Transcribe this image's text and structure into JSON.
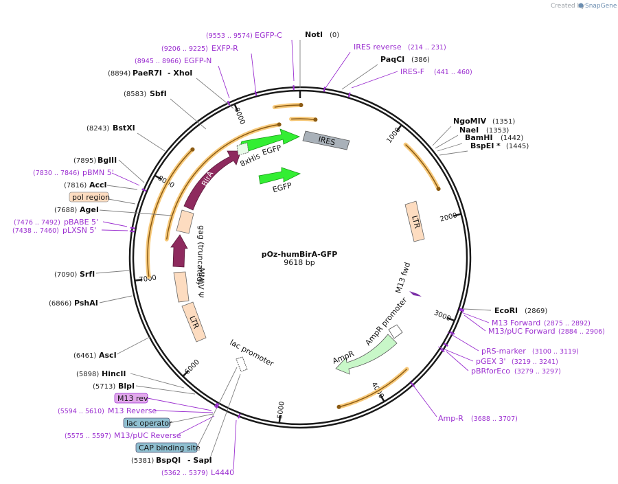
{
  "branding": {
    "created_by": "Created by",
    "app": "SnapGene"
  },
  "plasmid": {
    "name": "pOz-humBirA-GFP",
    "length": "9618 bp"
  },
  "colors": {
    "backbone": "#1a1a1a",
    "primer": "#9b2fd0",
    "egfp": "#33ee33",
    "bira": "#8e2a5e",
    "ltr": "#fddcc0",
    "ires": "#a9b1b9",
    "ampr": "#c8f7c8",
    "orf_halo": "#f7c97a",
    "orf_line": "#8a5a14",
    "cap": "#8fbfd0",
    "m13rev": "#e2a8ec",
    "pol": "#fddcc0"
  },
  "ticks": [
    {
      "label": "1000"
    },
    {
      "label": "2000"
    },
    {
      "label": "3000"
    },
    {
      "label": "4000"
    },
    {
      "label": "5000"
    },
    {
      "label": "6000"
    },
    {
      "label": "7000"
    },
    {
      "label": "8000"
    },
    {
      "label": "9000"
    }
  ],
  "sites": {
    "noti": {
      "name": "NotI",
      "pos": "(0)"
    },
    "paqci": {
      "name": "PaqCI",
      "pos": "(386)"
    },
    "ngomiv": {
      "name": "NgoMIV",
      "pos": "(1351)"
    },
    "naei": {
      "name": "NaeI",
      "pos": "(1353)"
    },
    "bamhi": {
      "name": "BamHI",
      "pos": "(1442)"
    },
    "bspei": {
      "name": "BspEI",
      "star": "*",
      "pos": "(1445)"
    },
    "ecori": {
      "name": "EcoRI",
      "pos": "(2869)"
    },
    "paer7i": {
      "pos": "(8894)",
      "name": "PaeR7I",
      "name2": "- XhoI"
    },
    "sbfi": {
      "pos": "(8583)",
      "name": "SbfI"
    },
    "bstxi": {
      "pos": "(8243)",
      "name": "BstXI"
    },
    "bglii": {
      "pos": "(7895)",
      "name": "BglII"
    },
    "acci": {
      "pos": "(7816)",
      "name": "AccI"
    },
    "agei": {
      "pos": "(7688)",
      "name": "AgeI"
    },
    "srfi": {
      "pos": "(7090)",
      "name": "SrfI"
    },
    "pshai": {
      "pos": "(6866)",
      "name": "PshAI"
    },
    "asci": {
      "pos": "(6461)",
      "name": "AscI"
    },
    "hincii": {
      "pos": "(5898)",
      "name": "HincII"
    },
    "blpi": {
      "pos": "(5713)",
      "name": "BlpI"
    },
    "bspqi": {
      "pos": "(5381)",
      "name": "BspQI",
      "name2": "- SapI"
    }
  },
  "primers": {
    "egfpc": {
      "pos": "(9553 .. 9574)",
      "name": "EGFP-C"
    },
    "exfpr": {
      "pos": "(9206 .. 9225)",
      "name": "EXFP-R"
    },
    "egfpn": {
      "pos": "(8945 .. 8966)",
      "name": "EGFP-N"
    },
    "iresrev": {
      "name": "IRES reverse",
      "pos": "(214 .. 231)"
    },
    "iresf": {
      "name": "IRES-F",
      "pos": "(441 .. 460)"
    },
    "m13fwd": {
      "name": "M13 Forward",
      "pos": "(2875 .. 2892)"
    },
    "m13pucf": {
      "name": "M13/pUC Forward",
      "pos": "(2884 .. 2906)"
    },
    "prs": {
      "name": "pRS-marker",
      "pos": "(3100 .. 3119)"
    },
    "pgex": {
      "name": "pGEX 3'",
      "pos": "(3219 .. 3241)"
    },
    "pbrfor": {
      "name": "pBRforEco",
      "pos": "(3279 .. 3297)"
    },
    "ampr": {
      "name": "Amp-R",
      "pos": "(3688 .. 3707)"
    },
    "pbmn": {
      "pos": "(7830 .. 7846)",
      "name": "pBMN 5'"
    },
    "pbabe": {
      "pos": "(7476 .. 7492)",
      "name": "pBABE 5'"
    },
    "plxsn": {
      "pos": "(7438 .. 7460)",
      "name": "pLXSN 5'"
    },
    "m13rev": {
      "pos": "(5594 .. 5610)",
      "name": "M13 Reverse"
    },
    "m13pucr": {
      "pos": "(5575 .. 5597)",
      "name": "M13/pUC Reverse"
    },
    "l4440": {
      "pos": "(5362 .. 5379)",
      "name": "L4440"
    }
  },
  "boxed": {
    "pol": "pol region",
    "m13rev": "M13 rev",
    "lacop": "lac operator",
    "cap": "CAP binding site"
  },
  "features": {
    "ires": "IRES",
    "egfp1": "EGFP",
    "egfp2": "EGFP",
    "bira": "BirA",
    "his": "8xHis",
    "ltr_top": "LTR",
    "ltr_bottom": "LTR",
    "gag": "gag (truncated)",
    "psi": "MMLV Ψ",
    "m13fwd": "M13 fwd",
    "amp_prom": "AmpR promoter",
    "ampr": "AmpR",
    "lacprom": "lac promoter"
  }
}
